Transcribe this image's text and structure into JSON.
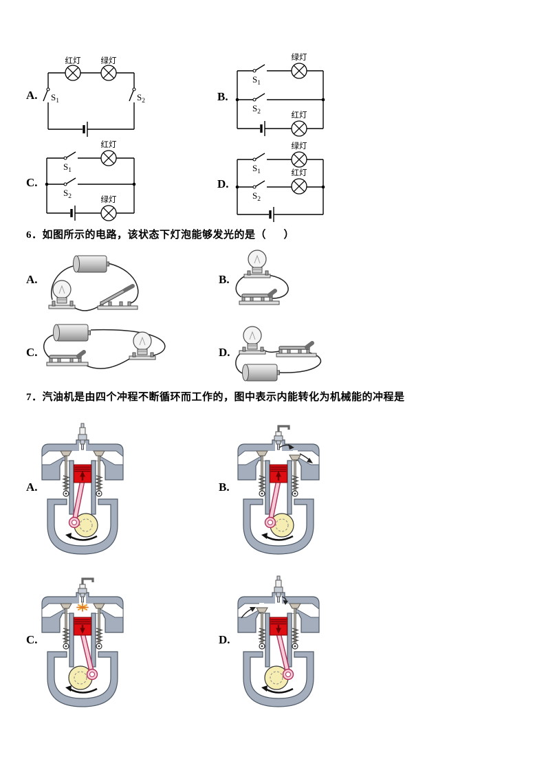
{
  "page": {
    "background": "#ffffff"
  },
  "colors": {
    "page_bg": "#ffffff",
    "text": "#000000",
    "engine_body_gray": "#a4aebc",
    "piston_red": "#dd0d12",
    "crank_disc_yellow": "#f5edb2",
    "connecting_rod_pink": "#f6ccd9",
    "spark_orange": "#e07820"
  },
  "symbols": {
    "switch_base": "S",
    "sub1": "1",
    "sub2": "2",
    "red_lamp": "红灯",
    "green_lamp": "绿灯"
  },
  "q5_options": {
    "a": {
      "label": "A.",
      "description": "series circuit: red lamp and green lamp on top wire, switch S1 on left, switch S2 on right, battery at bottom"
    },
    "b": {
      "label": "B.",
      "description": "parallel circuit: S1 + green lamp top branch, S2 middle branch, battery + red lamp bottom branch"
    },
    "c": {
      "label": "C.",
      "description": "parallel circuit: S1 + red lamp top branch, S2 middle branch, battery + green lamp bottom branch"
    },
    "d": {
      "label": "D.",
      "description": "parallel circuit: S1 + green lamp top branch, S2 + red lamp middle branch, battery bottom branch"
    }
  },
  "q6": {
    "heading": "6．如图所示的电路，该状态下灯泡能够发光的是（      ）",
    "options": {
      "a": {
        "label": "A.",
        "description": "battery on top, bulb lower left, open knife switch lower right"
      },
      "b": {
        "label": "B.",
        "description": "bulb on top wired to closed knife switch below, no battery"
      },
      "c": {
        "label": "C.",
        "description": "battery upper left, closed knife switch lower left, bulb lower right"
      },
      "d": {
        "label": "D.",
        "description": "bulb upper left, closed knife switch upper right, battery at bottom"
      }
    }
  },
  "q7": {
    "heading": "7．汽油机是由四个冲程不断循环而工作的，图中表示内能转化为机械能的冲程是",
    "options": {
      "a": {
        "label": "A.",
        "description": "valves closed, piston arrow up - compression stroke"
      },
      "b": {
        "label": "B.",
        "description": "exhaust valve open, piston arrow up - exhaust stroke"
      },
      "c": {
        "label": "C.",
        "description": "spark firing, valves closed, piston arrow down - power stroke"
      },
      "d": {
        "label": "D.",
        "description": "intake valve open, piston arrow down - intake stroke"
      }
    }
  }
}
